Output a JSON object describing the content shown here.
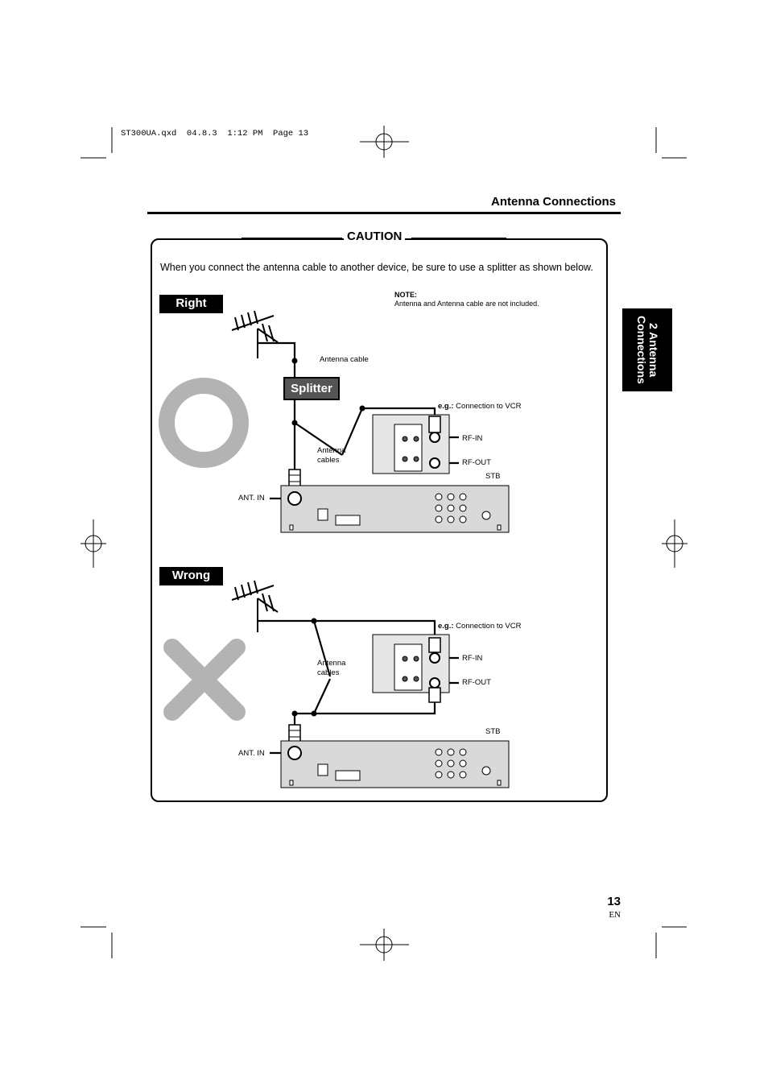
{
  "slug": "ST300UA.qxd  04.8.3  1:12 PM  Page 13",
  "header": {
    "section_title": "Antenna Connections"
  },
  "caution": {
    "title": "CAUTION",
    "intro": "When you connect the antenna cable to another device, be sure to use a splitter as shown below.",
    "note_head": "NOTE:",
    "note_text": "Antenna and Antenna cable are not included."
  },
  "right_diagram": {
    "badge": "Right",
    "splitter": "Splitter",
    "antenna_cable": "Antenna cable",
    "antenna_cables_1": "Antenna",
    "antenna_cables_2": "cables",
    "eg_bold": "e.g.:",
    "eg_text": "Connection to VCR",
    "rf_in": "RF-IN",
    "rf_out": "RF-OUT",
    "stb": "STB",
    "ant_in": "ANT. IN"
  },
  "wrong_diagram": {
    "badge": "Wrong",
    "antenna_cables_1": "Antenna",
    "antenna_cables_2": "cables",
    "eg_bold": "e.g.:",
    "eg_text": "Connection to VCR",
    "rf_in": "RF-IN",
    "rf_out": "RF-OUT",
    "stb": "STB",
    "ant_in": "ANT. IN"
  },
  "side_tab": "2 Antenna Connections",
  "footer": {
    "page_number": "13",
    "lang": "EN"
  },
  "colors": {
    "symbol_gray": "#b3b3b3",
    "device_gray": "#d9d9d9",
    "ink": "#000000"
  }
}
